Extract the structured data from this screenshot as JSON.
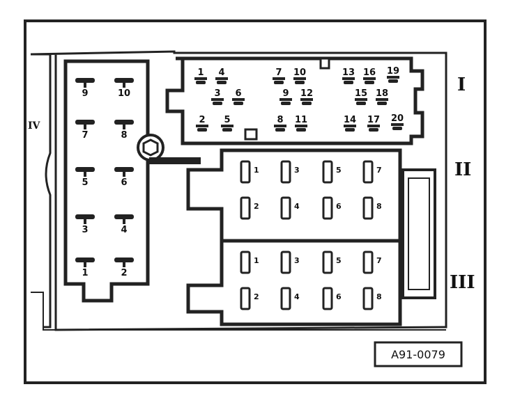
{
  "diagram": {
    "sections": [
      {
        "id": "I",
        "label": "I"
      },
      {
        "id": "II",
        "label": "II"
      },
      {
        "id": "III",
        "label": "III"
      },
      {
        "id": "IV",
        "label": "IV"
      }
    ],
    "reference_code": "A91-0079",
    "section_iv_pins": [
      "9",
      "10",
      "7",
      "8",
      "5",
      "6",
      "3",
      "4",
      "1",
      "2"
    ],
    "section_i_pins": [
      "1",
      "4",
      "7",
      "10",
      "13",
      "16",
      "19",
      "3",
      "6",
      "9",
      "12",
      "15",
      "18",
      "2",
      "5",
      "8",
      "11",
      "14",
      "17",
      "20"
    ],
    "section_ii_pins": [
      "1",
      "3",
      "5",
      "7",
      "2",
      "4",
      "6",
      "8"
    ],
    "section_iii_pins": [
      "1",
      "3",
      "5",
      "7",
      "2",
      "4",
      "6",
      "8"
    ]
  }
}
